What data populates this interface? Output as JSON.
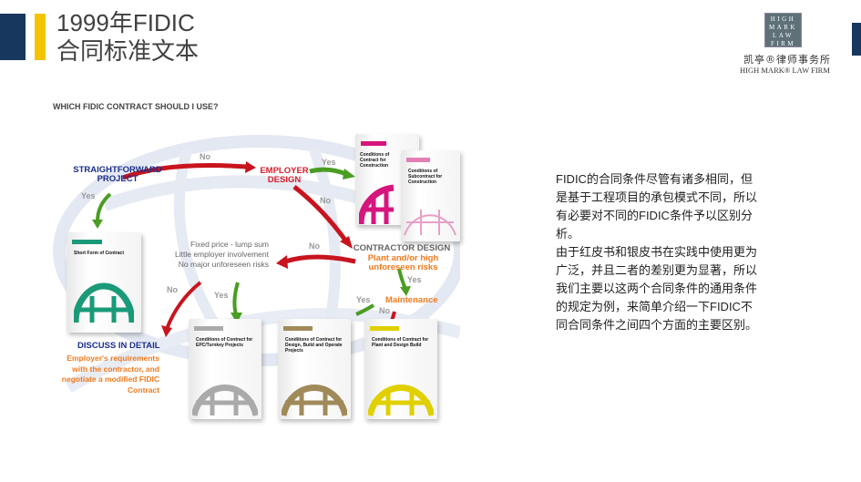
{
  "header": {
    "title_line1": "1999年FIDIC",
    "title_line2": "合同标准文本"
  },
  "logo": {
    "box_lines": [
      "HIGH",
      "MARK",
      "LAW",
      "FIRM"
    ],
    "cn": "凯亭®律师事务所",
    "en": "HIGH MARK® LAW FIRM"
  },
  "diagram": {
    "question": "WHICH FIDIC CONTRACT SHOULD I USE?",
    "straightforward": "STRAIGHTFORWARD PROJECT",
    "employer_design": "EMPLOYER DESIGN",
    "contractor_design": "CONTRACTOR DESIGN",
    "contractor_sub": "Plant and/or high unforeseen risks",
    "criteria": [
      "Fixed price - lump sum",
      "Little employer involvement",
      "No major unforeseen risks"
    ],
    "maintenance": "Maintenance",
    "discuss": "DISCUSS IN DETAIL",
    "discuss_sub": "Employer's requirements with the contractor, and negotiate a modified FIDIC Contract",
    "labels": {
      "yes": "Yes",
      "no": "No"
    },
    "books": [
      {
        "title": "Short Form of Contract",
        "color": "#1a9a78"
      },
      {
        "title": "Conditions of Contract for Construction",
        "color": "#d6157d"
      },
      {
        "title": "Conditions of Subcontract for Construction",
        "color": "#e27fb5"
      },
      {
        "title": "Conditions of Contract for EPC/Turnkey Projects",
        "color": "#aaaaaa"
      },
      {
        "title": "Conditions of Contract for Design, Build and Operate Projects",
        "color": "#a08a5a"
      },
      {
        "title": "Conditions of Contract for Plant and Design Build",
        "color": "#e0d000"
      }
    ]
  },
  "body": {
    "para1": "FIDIC的合同条件尽管有诸多相同，但是基于工程项目的承包模式不同，所以有必要对不同的FIDIC条件予以区别分析。",
    "para2": "由于红皮书和银皮书在实践中使用更为广泛，并且二者的差别更为显著，所以我们主要以这两个合同条件的通用条件的规定为例，来简单介绍一下FIDIC不同合同条件之间四个方面的主要区别。"
  }
}
